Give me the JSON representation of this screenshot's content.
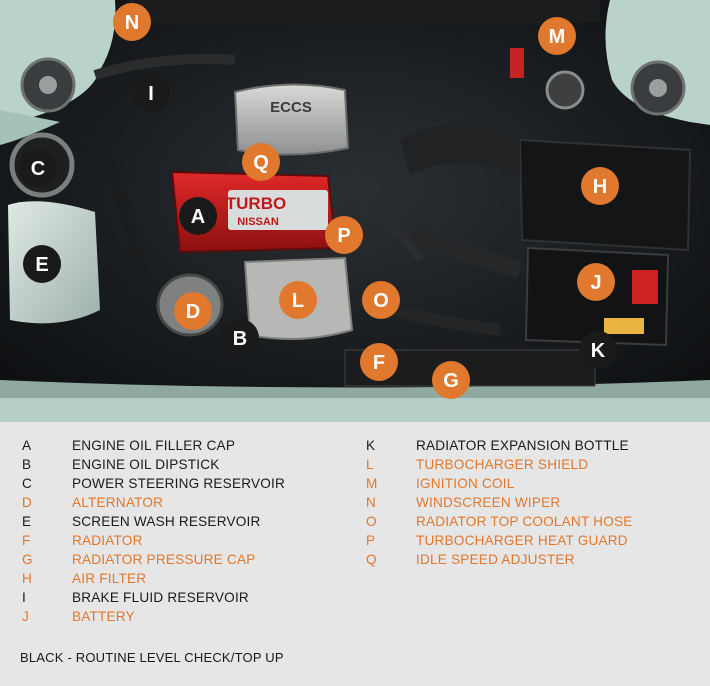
{
  "photo_text": {
    "ecc_label": "ECCS",
    "turbo_label": "TURBO",
    "nissan_label": "NISSAN"
  },
  "markers": [
    {
      "letter": "A",
      "color": "#1a1a1a"
    },
    {
      "letter": "B",
      "color": "#1a1a1a"
    },
    {
      "letter": "C",
      "color": "#1a1a1a"
    },
    {
      "letter": "D",
      "color": "#e0782d"
    },
    {
      "letter": "E",
      "color": "#1a1a1a"
    },
    {
      "letter": "F",
      "color": "#e0782d"
    },
    {
      "letter": "G",
      "color": "#e0782d"
    },
    {
      "letter": "H",
      "color": "#e0782d"
    },
    {
      "letter": "I",
      "color": "#1a1a1a"
    },
    {
      "letter": "J",
      "color": "#e0782d"
    },
    {
      "letter": "K",
      "color": "#1a1a1a"
    },
    {
      "letter": "L",
      "color": "#e0782d"
    },
    {
      "letter": "M",
      "color": "#e0782d"
    },
    {
      "letter": "N",
      "color": "#e0782d"
    },
    {
      "letter": "O",
      "color": "#e0782d"
    },
    {
      "letter": "P",
      "color": "#e0782d"
    },
    {
      "letter": "Q",
      "color": "#e0782d"
    }
  ],
  "legend": {
    "left": [
      {
        "letter": "A",
        "label": "ENGINE OIL FILLER CAP",
        "kind": "routine"
      },
      {
        "letter": "B",
        "label": "ENGINE OIL DIPSTICK",
        "kind": "routine"
      },
      {
        "letter": "C",
        "label": "POWER STEERING RESERVOIR",
        "kind": "routine"
      },
      {
        "letter": "D",
        "label": "ALTERNATOR",
        "kind": "component"
      },
      {
        "letter": "E",
        "label": "SCREEN WASH RESERVOIR",
        "kind": "routine"
      },
      {
        "letter": "F",
        "label": "RADIATOR",
        "kind": "component"
      },
      {
        "letter": "G",
        "label": "RADIATOR PRESSURE CAP",
        "kind": "component"
      },
      {
        "letter": "H",
        "label": "AIR FILTER",
        "kind": "component"
      },
      {
        "letter": "I",
        "label": "BRAKE FLUID RESERVOIR",
        "kind": "routine"
      },
      {
        "letter": "J",
        "label": "BATTERY",
        "kind": "component"
      }
    ],
    "right": [
      {
        "letter": "K",
        "label": "RADIATOR EXPANSION BOTTLE",
        "kind": "routine"
      },
      {
        "letter": "L",
        "label": "TURBOCHARGER SHIELD",
        "kind": "component"
      },
      {
        "letter": "M",
        "label": "IGNITION COIL",
        "kind": "component"
      },
      {
        "letter": "N",
        "label": "WINDSCREEN WIPER",
        "kind": "component"
      },
      {
        "letter": "O",
        "label": "RADIATOR TOP COOLANT HOSE",
        "kind": "component"
      },
      {
        "letter": "P",
        "label": "TURBOCHARGER HEAT GUARD",
        "kind": "component"
      },
      {
        "letter": "Q",
        "label": "IDLE SPEED ADJUSTER",
        "kind": "component"
      }
    ],
    "footnote": "BLACK - ROUTINE LEVEL CHECK/TOP UP"
  },
  "colors": {
    "routine": "#1a1a1a",
    "component": "#e0782d",
    "marker_text": "#ffffff",
    "legend_background": "#e6e6e6"
  }
}
